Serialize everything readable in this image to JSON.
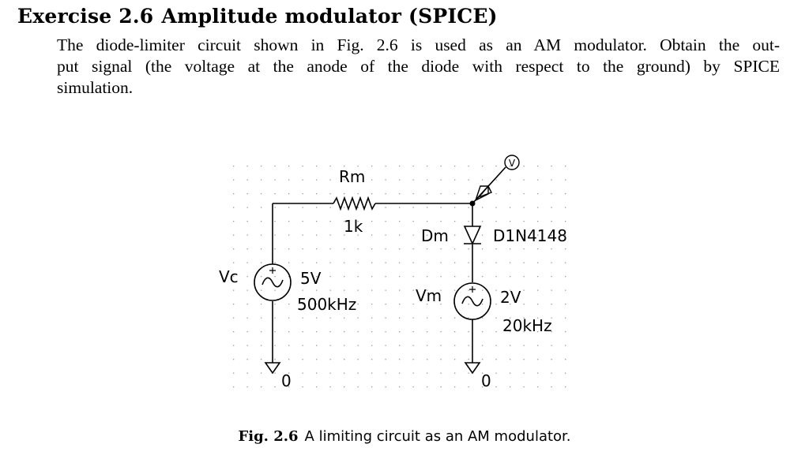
{
  "exercise": {
    "number": "Exercise 2.6",
    "title": "Amplitude modulator (SPICE)",
    "body_lines": [
      "The diode-limiter circuit shown in Fig. 2.6 is used as an AM modulator. Obtain the out-",
      "put signal (the voltage at the anode of the diode with respect to the ground) by SPICE",
      "simulation."
    ]
  },
  "circuit": {
    "resistor": {
      "name": "Rm",
      "value": "1k"
    },
    "diode": {
      "name": "Dm",
      "model": "D1N4148"
    },
    "source_carrier": {
      "name": "Vc",
      "amplitude": "5V",
      "frequency": "500kHz"
    },
    "source_modulating": {
      "name": "Vm",
      "amplitude": "2V",
      "frequency": "20kHz"
    },
    "ground_left": "0",
    "ground_right": "0",
    "probe_symbol": "V"
  },
  "caption": {
    "label": "Fig. 2.6",
    "text": "A limiting circuit as an AM modulator."
  }
}
